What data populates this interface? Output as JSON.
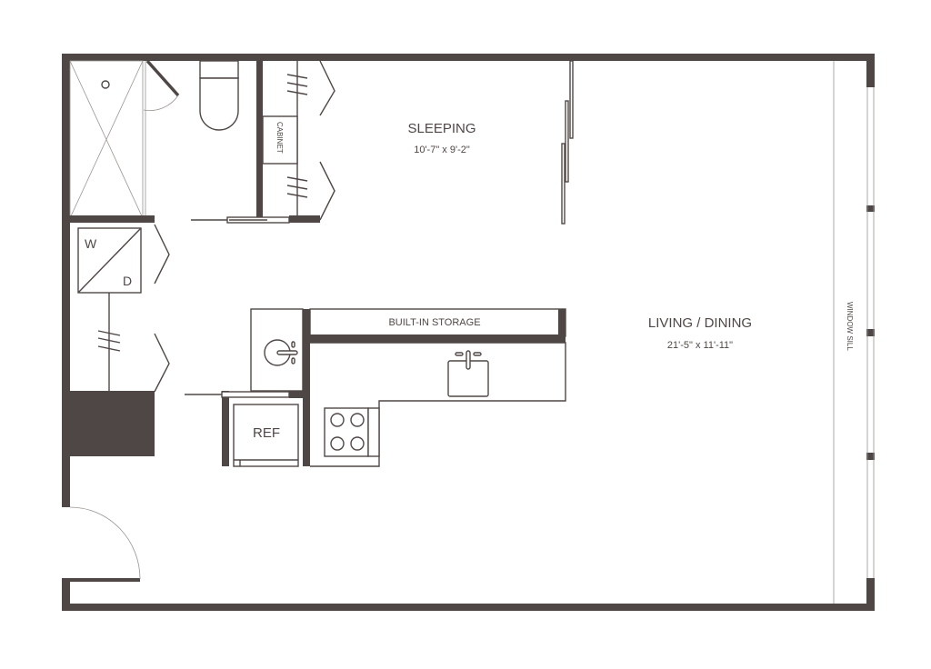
{
  "plan": {
    "rooms": {
      "sleeping": {
        "name": "SLEEPING",
        "dimensions": "10'-7\" x 9'-2\""
      },
      "living": {
        "name": "LIVING / DINING",
        "dimensions": "21'-5\" x 11'-11\""
      }
    },
    "fixtures": {
      "cabinet": "CABINET",
      "storage": "BUILT-IN STORAGE",
      "washer": "W",
      "dryer": "D",
      "fridge": "REF",
      "window_sill": "WINDOW SILL"
    },
    "colors": {
      "wall": "#4f4745",
      "background": "#ffffff"
    }
  }
}
